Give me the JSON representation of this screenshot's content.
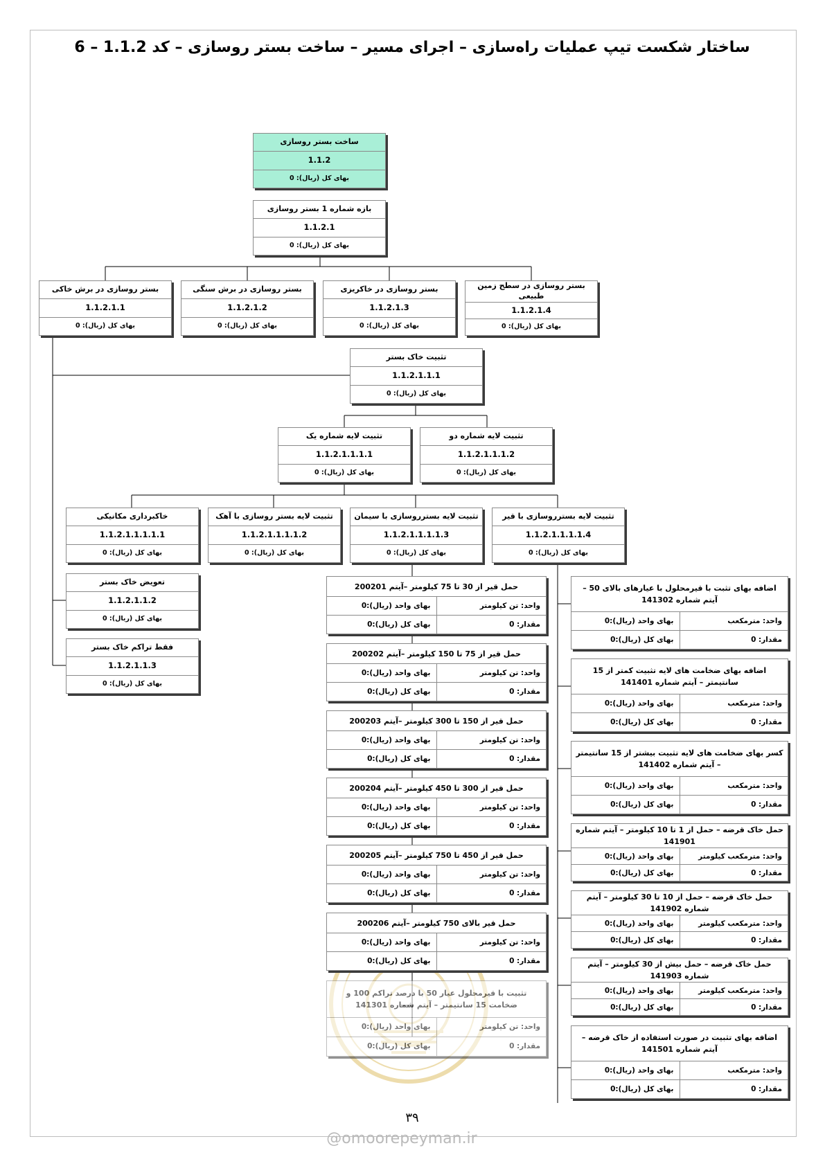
{
  "title": "ساختار شکست تیپ عملیات راه‌سازی – اجرای مسیر – ساخت بستر روسازی – کد 1.1.2 – 6",
  "nodes": {
    "root": {
      "label": "ساخت بستر روسازی",
      "code": "1.1.2",
      "cost": "بهای کل (ریال): 0"
    },
    "n1121": {
      "label": "بازه شماره 1 بستر روسازی",
      "code": "1.1.2.1",
      "cost": "بهای کل (ریال): 0"
    },
    "n11211": {
      "label": "بستر روسازی در برش خاکی",
      "code": "1.1.2.1.1",
      "cost": "بهای کل (ریال): 0"
    },
    "n11212": {
      "label": "بستر روسازی در برش سنگی",
      "code": "1.1.2.1.2",
      "cost": "بهای کل (ریال): 0"
    },
    "n11213": {
      "label": "بستر روسازی در خاکریزی",
      "code": "1.1.2.1.3",
      "cost": "بهای کل (ریال): 0"
    },
    "n11214": {
      "label": "بستر روسازی در سطح زمین طبیعی",
      "code": "1.1.2.1.4",
      "cost": "بهای کل (ریال): 0"
    },
    "n112111": {
      "label": "تثبیت خاک بستر",
      "code": "1.1.2.1.1.1",
      "cost": "بهای کل (ریال): 0"
    },
    "n1121111": {
      "label": "تثبیت لایه شماره یک",
      "code": "1.1.2.1.1.1.1",
      "cost": "بهای کل (ریال): 0"
    },
    "n1121112": {
      "label": "تثبیت لایه شماره دو",
      "code": "1.1.2.1.1.1.2",
      "cost": "بهای کل (ریال): 0"
    },
    "m1": {
      "label": "خاکبرداری مکانیکی",
      "code": "1.1.2.1.1.1.1.1",
      "cost": "بهای کل (ریال): 0"
    },
    "m2": {
      "label": "تثبیت لایه بستر روسازی با آهک",
      "code": "1.1.2.1.1.1.1.2",
      "cost": "بهای کل (ریال): 0"
    },
    "m3": {
      "label": "تثبیت لایه بستر‌روسازی با سیمان",
      "code": "1.1.2.1.1.1.1.3",
      "cost": "بهای کل (ریال): 0"
    },
    "m4": {
      "label": "تثبیت لایه بستر‌روسازی با قیر",
      "code": "1.1.2.1.1.1.1.4",
      "cost": "بهای کل (ریال): 0"
    },
    "n112112": {
      "label": "تعویض خاک بستر",
      "code": "1.1.2.1.1.2",
      "cost": "بهای کل (ریال): 0"
    },
    "n112113": {
      "label": "فقط تراکم خاک بستر",
      "code": "1.1.2.1.1.3",
      "cost": "بهای کل (ریال): 0"
    }
  },
  "items_left": [
    {
      "title": "حمل قیر از 30 تا 75 کیلومتر –آیتم 200201",
      "unit": "واحد: تن کیلومتر",
      "unit_price": "بهای واحد (ریال):0",
      "qty": "مقدار: 0",
      "total": "بهای کل (ریال):0"
    },
    {
      "title": "حمل  قیر از 75 تا 150 کیلومتر –آیتم 200202",
      "unit": "واحد: تن کیلومتر",
      "unit_price": "بهای واحد (ریال):0",
      "qty": "مقدار: 0",
      "total": "بهای کل (ریال):0"
    },
    {
      "title": "حمل  قیر از 150 تا 300 کیلومتر –آیتم 200203",
      "unit": "واحد: تن کیلومتر",
      "unit_price": "بهای واحد (ریال):0",
      "qty": "مقدار: 0",
      "total": "بهای کل (ریال):0"
    },
    {
      "title": "حمل قیر از 300 تا 450 کیلومتر –آیتم 200204",
      "unit": "واحد: تن کیلومتر",
      "unit_price": "بهای واحد (ریال):0",
      "qty": "مقدار: 0",
      "total": "بهای کل (ریال):0"
    },
    {
      "title": "حمل قیر از 450 تا 750 کیلومتر –آیتم 200205",
      "unit": "واحد: تن کیلومتر",
      "unit_price": "بهای واحد (ریال):0",
      "qty": "مقدار: 0",
      "total": "بهای کل (ریال):0"
    },
    {
      "title": "حمل  قیر بالای 750 کیلومتر –آیتم 200206",
      "unit": "واحد: تن کیلومتر",
      "unit_price": "بهای واحد (ریال):0",
      "qty": "مقدار: 0",
      "total": "بهای کل (ریال):0"
    },
    {
      "title": "تثبیت با قیرمحلول عیار 50 با درصد تراکم 100 و ضخامت 15 سانتیمتر – آیتم شماره 141301",
      "unit": "واحد: تن کیلومتر",
      "unit_price": "بهای واحد (ریال):0",
      "qty": "مقدار: 0",
      "total": "بهای کل (ریال):0"
    }
  ],
  "items_right": [
    {
      "title": "اضافه بهای تثبت با قیرمحلول با عیارهای بالای 50  – آیتم شماره 141302",
      "unit": "واحد: مترمکعب",
      "unit_price": "بهای واحد (ریال):0",
      "qty": "مقدار: 0",
      "total": "بهای کل (ریال):0"
    },
    {
      "title": "اضافه بهای ضخامت های لایه تثبیت کمتر از 15 سانتیمتر – آیتم شماره 141401",
      "unit": "واحد: مترمکعب",
      "unit_price": "بهای واحد (ریال):0",
      "qty": "مقدار: 0",
      "total": "بهای کل (ریال):0"
    },
    {
      "title": "کسر بهای ضخامت های لایه تثبیت بیشتر از 15 سانتیمتر – آیتم شماره 141402",
      "unit": "واحد: مترمکعب",
      "unit_price": "بهای واحد (ریال):0",
      "qty": "مقدار: 0",
      "total": "بهای کل (ریال):0"
    },
    {
      "title": "حمل خاک قرضه – حمل از 1 تا 10 کیلومتر – آیتم شماره 141901",
      "unit": "واحد: مترمکعب کیلومتر",
      "unit_price": "بهای واحد (ریال):0",
      "qty": "مقدار: 0",
      "total": "بهای کل (ریال):0"
    },
    {
      "title": "حمل خاک قرضه – حمل از 10 تا 30 کیلومتر – آیتم شماره 141902",
      "unit": "واحد: مترمکعب کیلومتر",
      "unit_price": "بهای واحد (ریال):0",
      "qty": "مقدار: 0",
      "total": "بهای کل (ریال):0"
    },
    {
      "title": "حمل خاک قرضه – حمل بیش از 30 کیلومتر – آیتم شماره 141903",
      "unit": "واحد: مترمکعب کیلومتر",
      "unit_price": "بهای واحد (ریال):0",
      "qty": "مقدار: 0",
      "total": "بهای کل (ریال):0"
    },
    {
      "title": "اضافه بهای تثبیت در صورت استفاده از خاک قرضه – آیتم شماره 141501",
      "unit": "واحد: مترمکعب",
      "unit_price": "بهای واحد (ریال):0",
      "qty": "مقدار: 0",
      "total": "بهای کل (ریال):0"
    }
  ],
  "page_number": "۳۹",
  "footer": "@omoorepeyman.ir",
  "colors": {
    "root_fill": "#a9efd7",
    "border": "#8a8a8a",
    "shadow": "#3a3a3a"
  }
}
